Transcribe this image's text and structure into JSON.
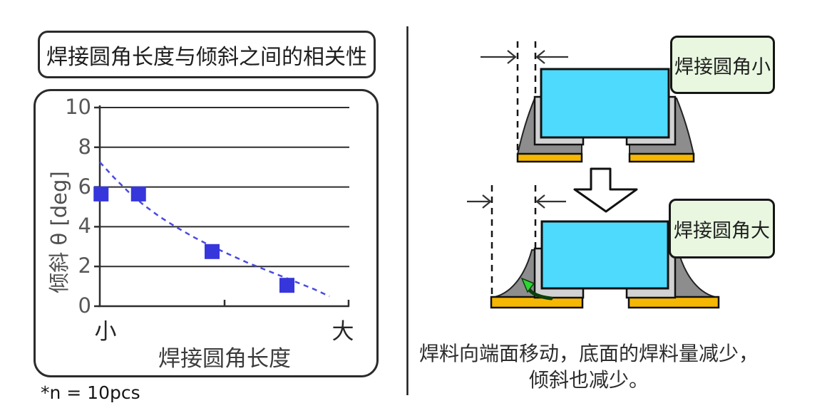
{
  "chart_data": {
    "type": "scatter",
    "title": "焊接圆角长度与倾斜之间的相关性",
    "xlabel": "焊接圆角长度",
    "ylabel": "倾斜 θ [deg]",
    "x_tick_labels": [
      "小",
      "大"
    ],
    "y_ticks": [
      0,
      2,
      4,
      6,
      8,
      10
    ],
    "ylim": [
      0,
      10
    ],
    "grid": true,
    "note": "*n = 10pcs",
    "marker": {
      "shape": "square",
      "color": "#3636dc",
      "size": 21
    },
    "points": [
      {
        "x": 0.005,
        "y": 5.65
      },
      {
        "x": 0.155,
        "y": 5.65
      },
      {
        "x": 0.45,
        "y": 2.75
      },
      {
        "x": 0.75,
        "y": 1.05
      }
    ],
    "trendline": {
      "style": "dashed",
      "color": "#4a4ae0",
      "points": [
        [
          0.0,
          7.25
        ],
        [
          0.055,
          6.5
        ],
        [
          0.115,
          5.75
        ],
        [
          0.175,
          5.1
        ],
        [
          0.24,
          4.5
        ],
        [
          0.31,
          3.95
        ],
        [
          0.38,
          3.45
        ],
        [
          0.45,
          3.0
        ],
        [
          0.52,
          2.6
        ],
        [
          0.59,
          2.2
        ],
        [
          0.66,
          1.85
        ],
        [
          0.73,
          1.5
        ],
        [
          0.8,
          1.15
        ],
        [
          0.86,
          0.85
        ],
        [
          0.92,
          0.5
        ]
      ]
    }
  },
  "right_panel": {
    "label_small": "焊接圆角小",
    "label_large": "焊接圆角大",
    "caption_line1": "焊料向端面移动，底面的焊料量减少，",
    "caption_line2": "倾斜也减少。",
    "colors": {
      "component_body": "#4edafc",
      "terminal": "#d2d2d2",
      "solder": "#8d8d8d",
      "pad": "#f6b703",
      "label_bg": "#e9f7e0",
      "flow_arrow": "#2ed634"
    }
  }
}
